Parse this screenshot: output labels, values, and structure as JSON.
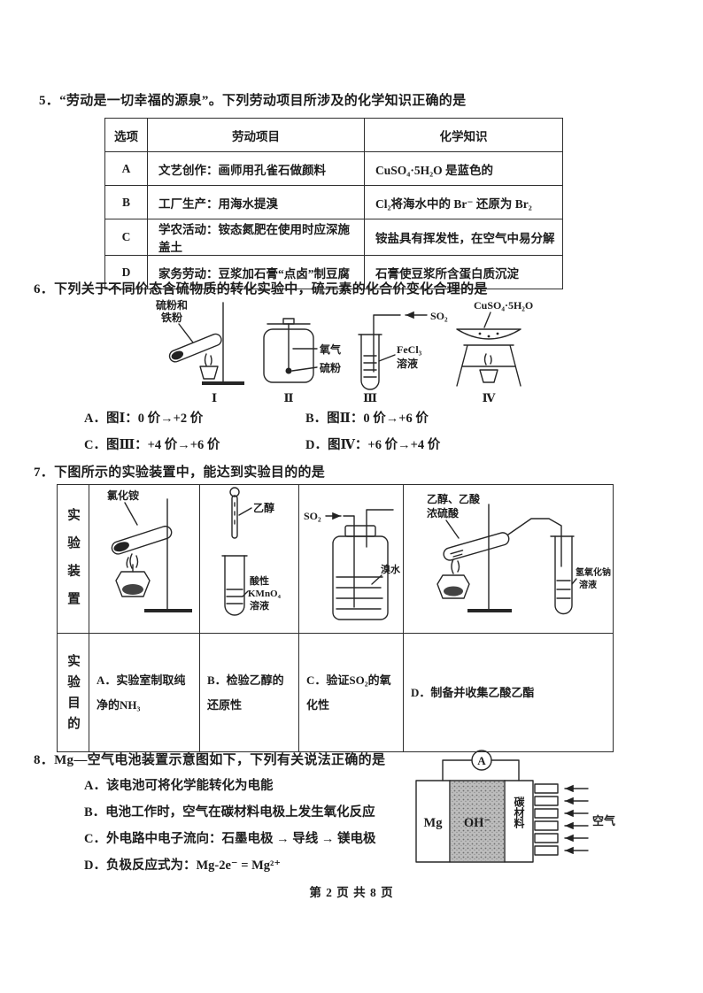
{
  "page": {
    "footer": "第 2 页 共 8 页"
  },
  "q5": {
    "title": "5．“劳动是一切幸福的源泉”。下列劳动项目所涉及的化学知识正确的是",
    "headers": [
      "选项",
      "劳动项目",
      "化学知识"
    ],
    "rows": [
      {
        "opt": "A",
        "project": "文艺创作：画师用孔雀石做颜料",
        "knowledge": "CuSO₄·5H₂O 是蓝色的"
      },
      {
        "opt": "B",
        "project": "工厂生产：用海水提溴",
        "knowledge": "Cl₂将海水中的 Br⁻ 还原为 Br₂"
      },
      {
        "opt": "C",
        "project": "学农活动：铵态氮肥在使用时应深施盖土",
        "knowledge": "铵盐具有挥发性，在空气中易分解"
      },
      {
        "opt": "D",
        "project": "家务劳动：豆浆加石膏“点卤”制豆腐",
        "knowledge": "石膏使豆浆所含蛋白质沉淀"
      }
    ]
  },
  "q6": {
    "title": "6．下列关于不同价态含硫物质的转化实验中，硫元素的化合价变化合理的是",
    "fig": {
      "d1l1": "硫粉和",
      "d1l2": "铁粉",
      "d1n": "Ⅰ",
      "d2l1": "氧气",
      "d2l2": "硫粉",
      "d2n": "Ⅱ",
      "d3l1": "SO₂",
      "d3l2": "FeCl₃",
      "d3l3": "溶液",
      "d3n": "Ⅲ",
      "d4l1": "CuSO₄·5H₂O",
      "d4n": "Ⅳ"
    },
    "options": [
      "A．图Ⅰ：0 价→+2 价",
      "B．图Ⅱ：0 价→+6 价",
      "C．图Ⅲ：+4 价→+6 价",
      "D．图Ⅳ：+6 价→+4 价"
    ]
  },
  "q7": {
    "title": "7．下图所示的实验装置中，能达到实验目的的是",
    "rowHeaderApparatus": "实验装置",
    "rowHeaderPurpose": "实验目的",
    "figA": {
      "l1": "氯化铵"
    },
    "figB": {
      "l1": "乙醇",
      "l2": "酸性",
      "l3": "KMnO₄",
      "l4": "溶液"
    },
    "figC": {
      "l1": "SO₂",
      "l2": "溴水"
    },
    "figD": {
      "l1": "乙醇、乙酸",
      "l2": "浓硫酸",
      "l3": "氢氧化钠",
      "l4": "溶液"
    },
    "purposes": [
      "A．实验室制取纯净的NH₃",
      "B．检验乙醇的还原性",
      "C．验证SO₂的氧化性",
      "D．制备并收集乙酸乙酯"
    ]
  },
  "q8": {
    "title": "8．Mg—空气电池装置示意图如下，下列有关说法正确的是",
    "options": [
      "A．该电池可将化学能转化为电能",
      "B．电池工作时，空气在碳材料电极上发生氧化反应",
      "C．外电路中电子流向：石墨电极 → 导线 → 镁电极",
      "D．负极反应式为：Mg-2e⁻ = Mg²⁺"
    ],
    "fig": {
      "ammeter": "A",
      "anode": "Mg",
      "electrolyte": "OH⁻",
      "cathode": "碳材料",
      "air": "空气"
    }
  }
}
